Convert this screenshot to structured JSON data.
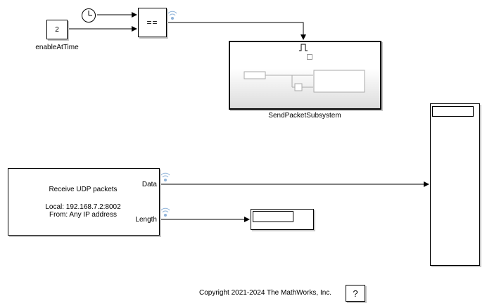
{
  "constant_block": {
    "value": "2",
    "name": "enableAtTime"
  },
  "clock_block": {
    "icon": "clock-icon"
  },
  "compare_block": {
    "operator": "=="
  },
  "subsystem_block": {
    "name": "SendPacketSubsystem",
    "trigger_icon": "pulse-trigger-icon"
  },
  "udp_receive_block": {
    "title": "Receive UDP packets",
    "local": "Local: 192.168.7.2:8002",
    "from": "From: Any IP address",
    "port_data": "Data",
    "port_length": "Length"
  },
  "footer": {
    "copyright": "Copyright 2021-2024 The MathWorks, Inc.",
    "help_label": "?"
  },
  "colors": {
    "signal_badge": "#8fb3d9",
    "subsystem_gradient_bottom": "#dcdcdc"
  }
}
